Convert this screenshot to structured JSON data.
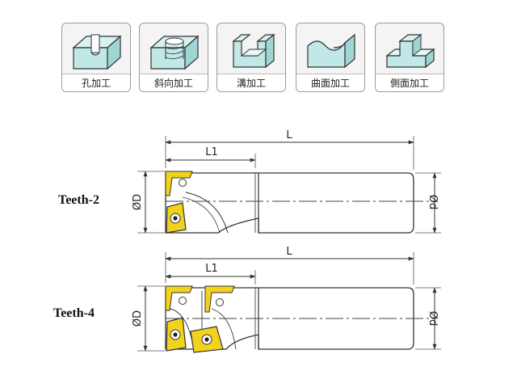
{
  "operations": [
    {
      "label": "孔加工",
      "icon": "hole-machining-icon"
    },
    {
      "label": "斜向加工",
      "icon": "ramping-machining-icon"
    },
    {
      "label": "溝加工",
      "icon": "slot-machining-icon"
    },
    {
      "label": "曲面加工",
      "icon": "curved-surface-machining-icon"
    },
    {
      "label": "側面加工",
      "icon": "side-machining-icon"
    }
  ],
  "tools": [
    {
      "name": "Teeth-2",
      "dims": {
        "L": "L",
        "L1": "L1",
        "D": "ØD",
        "d": "Ød"
      }
    },
    {
      "name": "Teeth-4",
      "dims": {
        "L": "L",
        "L1": "L1",
        "D": "ØD",
        "d": "Ød"
      }
    }
  ],
  "colors": {
    "insert": "#f3d21c",
    "tile_face": "#bfe8e6",
    "outline": "#333333"
  }
}
